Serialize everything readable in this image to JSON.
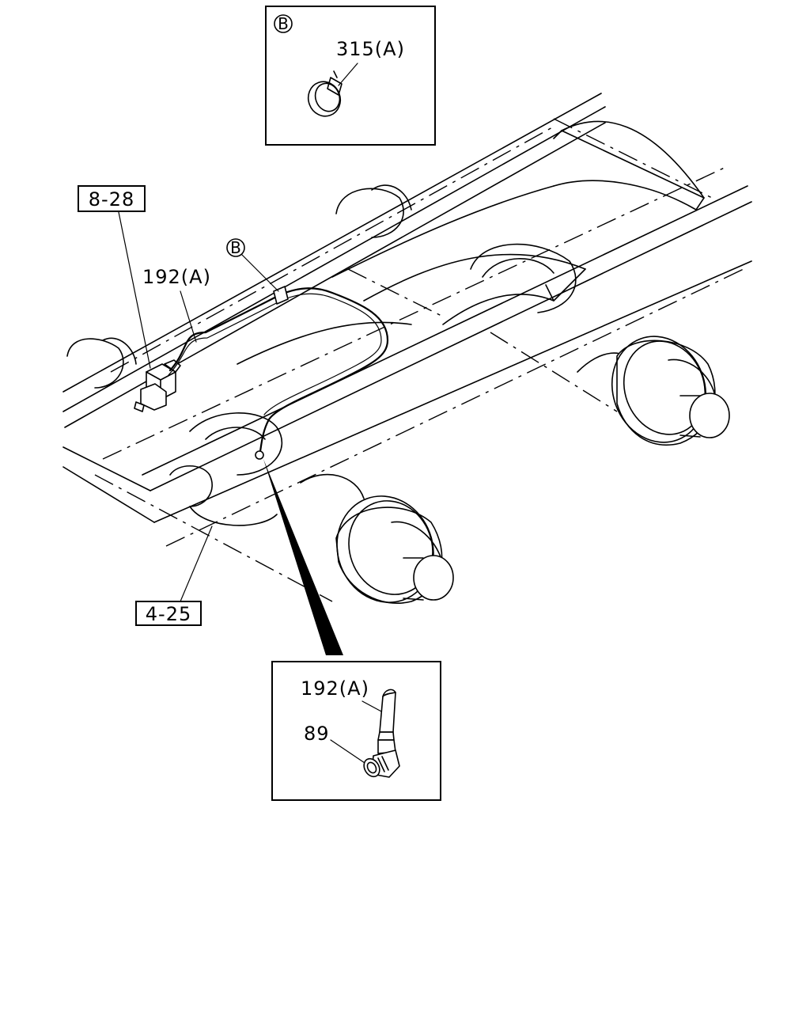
{
  "diagram": {
    "detail_b": {
      "marker": "B",
      "part_label": "315(A)"
    },
    "main_view": {
      "ref_box_upper": "8-28",
      "ref_box_lower": "4-25",
      "pipe_label": "192(A)",
      "clip_marker": "B"
    },
    "detail_fitting": {
      "pipe_label": "192(A)",
      "fitting_label": "89"
    }
  }
}
